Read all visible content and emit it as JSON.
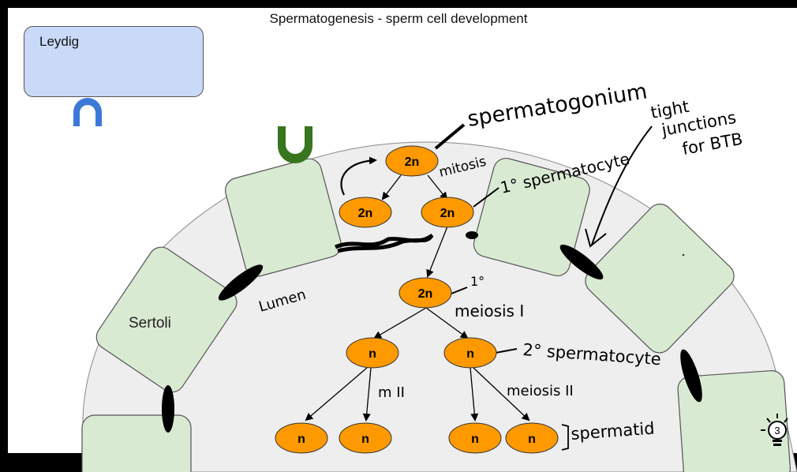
{
  "title": "Spermatogenesis - sperm cell development",
  "labels": {
    "leydig": "Leydig",
    "sertoli": "Sertoli"
  },
  "nodes": {
    "top": "2n",
    "left_mitosis": "2n",
    "primary_spermatocyte": "2n",
    "meiosis_cell": "2n",
    "left_secondary": "n",
    "right_secondary": "n",
    "spermatid_1": "n",
    "spermatid_2": "n",
    "spermatid_3": "n",
    "spermatid_4": "n"
  },
  "annotations": {
    "spermatogonium": "spermatogonium",
    "mitosis": "mitosis",
    "primary_spermatocyte": "1° spermatocyte",
    "tight_junctions_1": "tight",
    "tight_junctions_2": "junctions",
    "tight_junctions_3": "for BTB",
    "lumen": "Lumen",
    "primary": "1°",
    "meiosis_1": "meiosis I",
    "secondary_spermatocyte": "2° spermatocyte",
    "m2": "m II",
    "meiosis_2": "meiosis II",
    "spermatid": "spermatid"
  },
  "hint_count": "3",
  "colors": {
    "white_frame": "#ffffff",
    "lumen_fill": "#eeeeee",
    "sertoli_fill": "#d9ead3",
    "leydig_fill": "#c9daf8",
    "cell_fill": "#ff9900",
    "receptor_green": "#38761d",
    "receptor_blue": "#3c78d8",
    "junction": "#000000"
  }
}
